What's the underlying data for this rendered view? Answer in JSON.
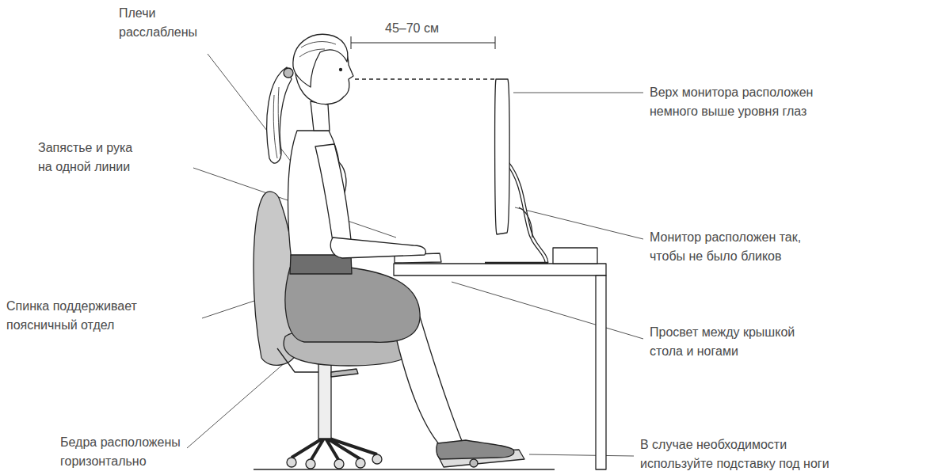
{
  "diagram": {
    "labels": [
      "Плечи расслаблены",
      "45–70 см",
      "Верх монитора расположен немного выше уровня глаз",
      "Запястье и рука на одной линии",
      "Монитор расположен так, чтобы не было бликов",
      "Спинка поддерживает поясничный отдел",
      "Просвет между крышкой стола и ногами",
      "Бедра расположены горизонтально",
      "В случае необходимости используйте подставку под ноги"
    ]
  }
}
